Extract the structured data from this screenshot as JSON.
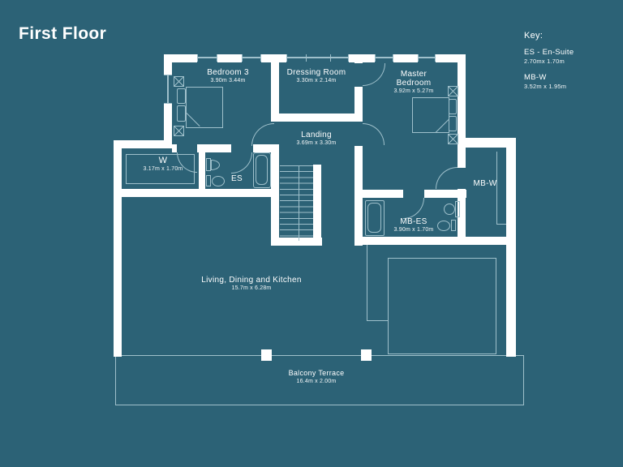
{
  "title": "First Floor",
  "key": {
    "heading": "Key:",
    "entries": [
      {
        "label": "ES - En-Suite",
        "dims": "2.70mx 1.70m"
      },
      {
        "label": "MB-W",
        "dims": "3.52m x 1.95m"
      }
    ]
  },
  "rooms": {
    "bedroom3": {
      "name": "Bedroom 3",
      "dims": "3.90m 3.44m"
    },
    "dressing_room": {
      "name": "Dressing Room",
      "dims": "3.30m x 2.14m"
    },
    "master_bedroom": {
      "name": "Master Bedroom",
      "dims": "3.92m x 5.27m"
    },
    "wardrobe": {
      "name": "W",
      "dims": "3.17m x 1.70m"
    },
    "ensuite": {
      "name": "ES"
    },
    "landing": {
      "name": "Landing",
      "dims": "3.69m x 3.30m"
    },
    "master_wardrobe": {
      "name": "MB-W"
    },
    "master_ensuite": {
      "name": "MB-ES",
      "dims": "3.90m x 1.70m"
    },
    "living": {
      "name": "Living, Dining and Kitchen",
      "dims": "15.7m x 6.28m"
    },
    "balcony": {
      "name": "Balcony Terrace",
      "dims": "16.4m x 2.00m"
    }
  },
  "fixtures": [
    "bed",
    "bedside-table",
    "bath",
    "shower",
    "toilet",
    "sink",
    "wardrobe-run",
    "stairs",
    "kitchen-counter",
    "balcony-pillar"
  ],
  "colors": {
    "background": "#2c6276",
    "wall": "#ffffff",
    "thin_line": "#9fc0cb",
    "text": "#ffffff"
  }
}
